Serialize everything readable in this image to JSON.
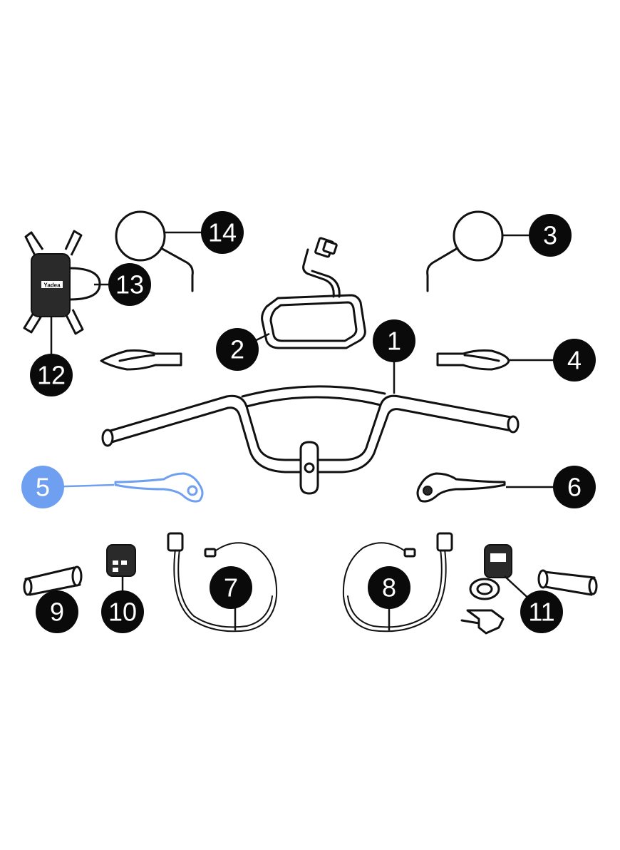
{
  "diagram": {
    "highlight_color": "#6f9ff0",
    "badge_color": "#0a0a0a",
    "highlighted_label": "5",
    "labels": [
      "1",
      "2",
      "3",
      "4",
      "5",
      "6",
      "7",
      "8",
      "9",
      "10",
      "11",
      "12",
      "13",
      "14"
    ],
    "logo_text": "Yadea"
  }
}
